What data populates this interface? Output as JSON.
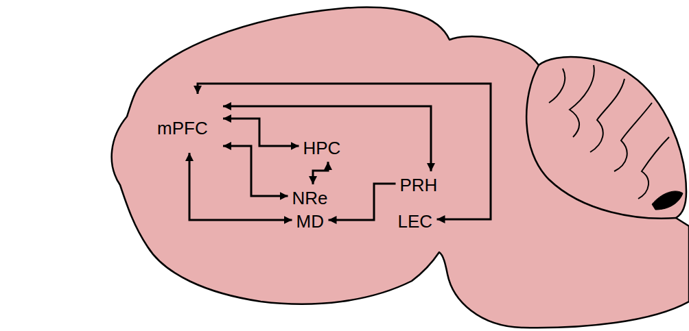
{
  "diagram": {
    "nodes": [
      {
        "text": [
          "mPFC"
        ]
      },
      {
        "text": [
          "HPC"
        ]
      },
      {
        "text": [
          "PRH"
        ]
      },
      {
        "text": [
          "NRe"
        ]
      },
      {
        "text": [
          "MD"
        ]
      },
      {
        "text": [
          "LEC"
        ]
      }
    ],
    "edges": [
      {
        "from": 0,
        "to": 5,
        "arrow": "both"
      },
      {
        "from": 0,
        "to": 2,
        "arrow": "both"
      },
      {
        "from": 0,
        "to": 1,
        "arrow": "both"
      },
      {
        "from": 0,
        "to": 3,
        "arrow": "both"
      },
      {
        "from": 1,
        "to": 3,
        "arrow": "both"
      },
      {
        "from": 0,
        "to": 4,
        "arrow": "both"
      },
      {
        "from": 2,
        "to": 4,
        "arrow": "to"
      }
    ]
  }
}
